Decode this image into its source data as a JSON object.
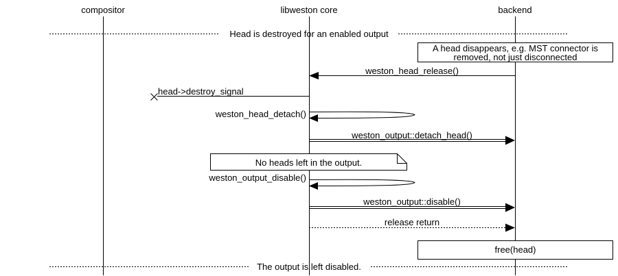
{
  "colors": {
    "foreground": "#000000",
    "background": "#ffffff"
  },
  "actors": {
    "compositor": "compositor",
    "core": "libweston core",
    "backend": "backend"
  },
  "dividers": {
    "top": "Head is destroyed for an enabled output",
    "bottom": "The output is left disabled."
  },
  "notes": {
    "head_disappears_line1": "A head disappears, e.g. MST connector is",
    "head_disappears_line2": "removed, not just disconnected",
    "no_heads": "No heads left in the output.",
    "free_head": "free(head)"
  },
  "messages": {
    "head_release": "weston_head_release()",
    "destroy_signal": "head->destroy_signal",
    "head_detach": "weston_head_detach()",
    "detach_head": "weston_output::detach_head()",
    "output_disable": "weston_output_disable()",
    "output_disable_call": "weston_output::disable()",
    "release_return": "release return"
  }
}
